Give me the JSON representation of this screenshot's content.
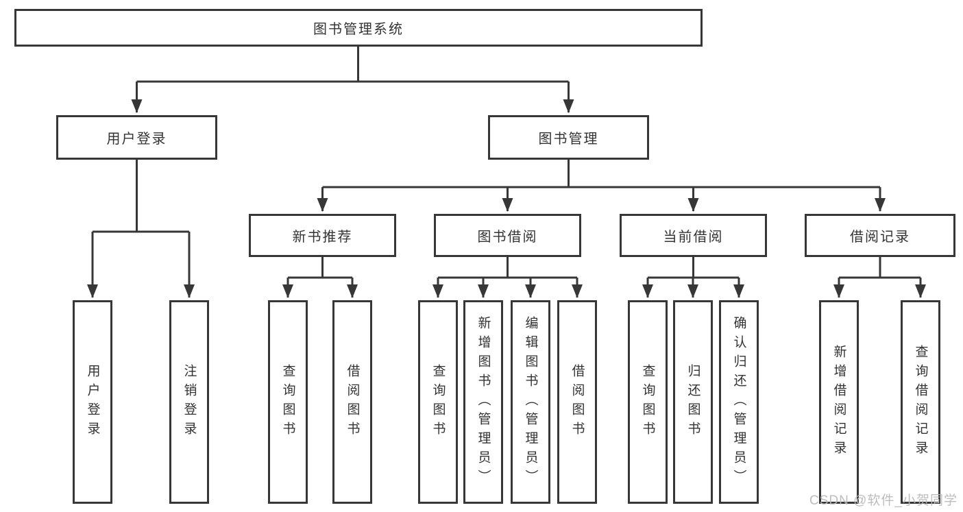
{
  "root": {
    "label": "图书管理系统"
  },
  "user_login": {
    "label": "用户登录",
    "children": [
      {
        "label": "用户登录"
      },
      {
        "label": "注销登录"
      }
    ]
  },
  "book_mgmt": {
    "label": "图书管理",
    "sections": [
      {
        "label": "新书推荐",
        "children": [
          {
            "label": "查询图书"
          },
          {
            "label": "借阅图书"
          }
        ]
      },
      {
        "label": "图书借阅",
        "children": [
          {
            "label": "查询图书"
          },
          {
            "label": "新增图书（管理员）"
          },
          {
            "label": "编辑图书（管理员）"
          },
          {
            "label": "借阅图书"
          }
        ]
      },
      {
        "label": "当前借阅",
        "children": [
          {
            "label": "查询图书"
          },
          {
            "label": "归还图书"
          },
          {
            "label": "确认归还（管理员）"
          }
        ]
      },
      {
        "label": "借阅记录",
        "children": [
          {
            "label": "新增借阅记录"
          },
          {
            "label": "查询借阅记录"
          }
        ]
      }
    ]
  },
  "watermark": "CSDN @软件_小贺同学",
  "colors": {
    "line": "#373737",
    "text": "#333333",
    "watermark": "#b9b9b9",
    "background": "#ffffff"
  }
}
